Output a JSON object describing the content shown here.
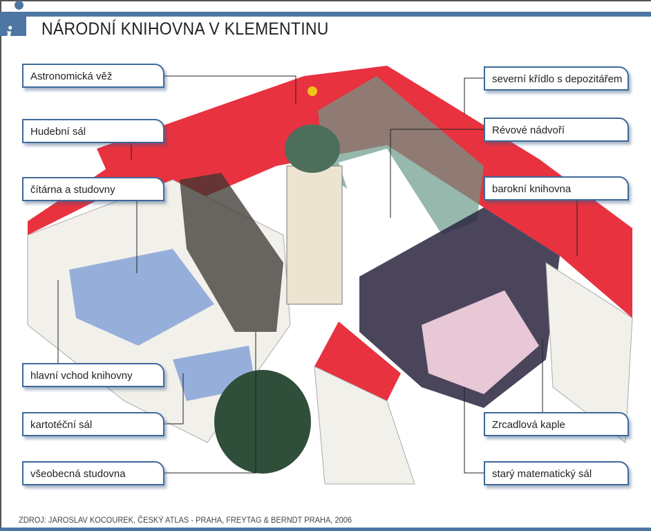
{
  "title": "NÁRODNÍ KNIHOVNA V KLEMENTINU",
  "info_icon": "i",
  "source": "ZDROJ: JAROSLAV KOCOUREK, ČESKÝ ATLAS - PRAHA, FREYTAG & BERNDT PRAHA, 2006",
  "labels_left": [
    "Astronomická věž",
    "Hudební sál",
    "čítárna a studovny",
    "hlavní vchod knihovny",
    "kartotéční sál",
    "všeobecná studovna"
  ],
  "labels_right": [
    "severní křídlo s depozitářem",
    "Révové nádvoří",
    "barokní knihovna",
    "Zrcadlová kaple",
    "starý matematický sál"
  ],
  "colors": {
    "accent": "#4d76a3",
    "roof": "#e8323f"
  }
}
